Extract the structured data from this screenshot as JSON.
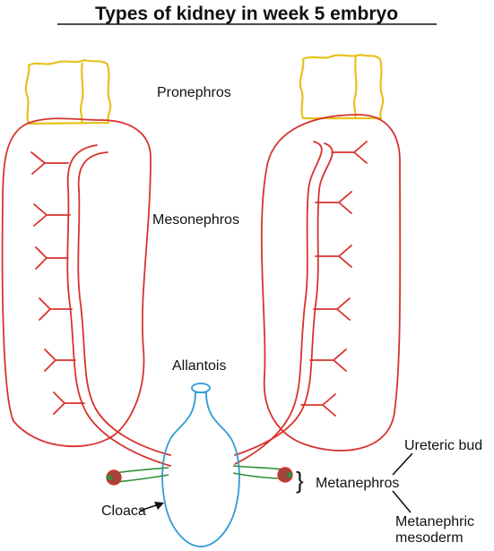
{
  "title": "Types of kidney in week 5 embryo",
  "labels": {
    "pronephros": "Pronephros",
    "mesonephros": "Mesonephros",
    "allantois": "Allantois",
    "ureteric_bud": "Ureteric bud",
    "metanephros": "Metanephros",
    "metanephric_line1": "Metanephric",
    "metanephric_line2": "mesoderm",
    "cloaca": "Cloaca",
    "brace": "}"
  },
  "colors": {
    "pronephros": "#e6c21d",
    "mesonephros": "#d8332e",
    "cloaca": "#2f9bd6",
    "ureteric_bud": "#2f8f3a",
    "metanephric_mesoderm": "#a0453b"
  }
}
